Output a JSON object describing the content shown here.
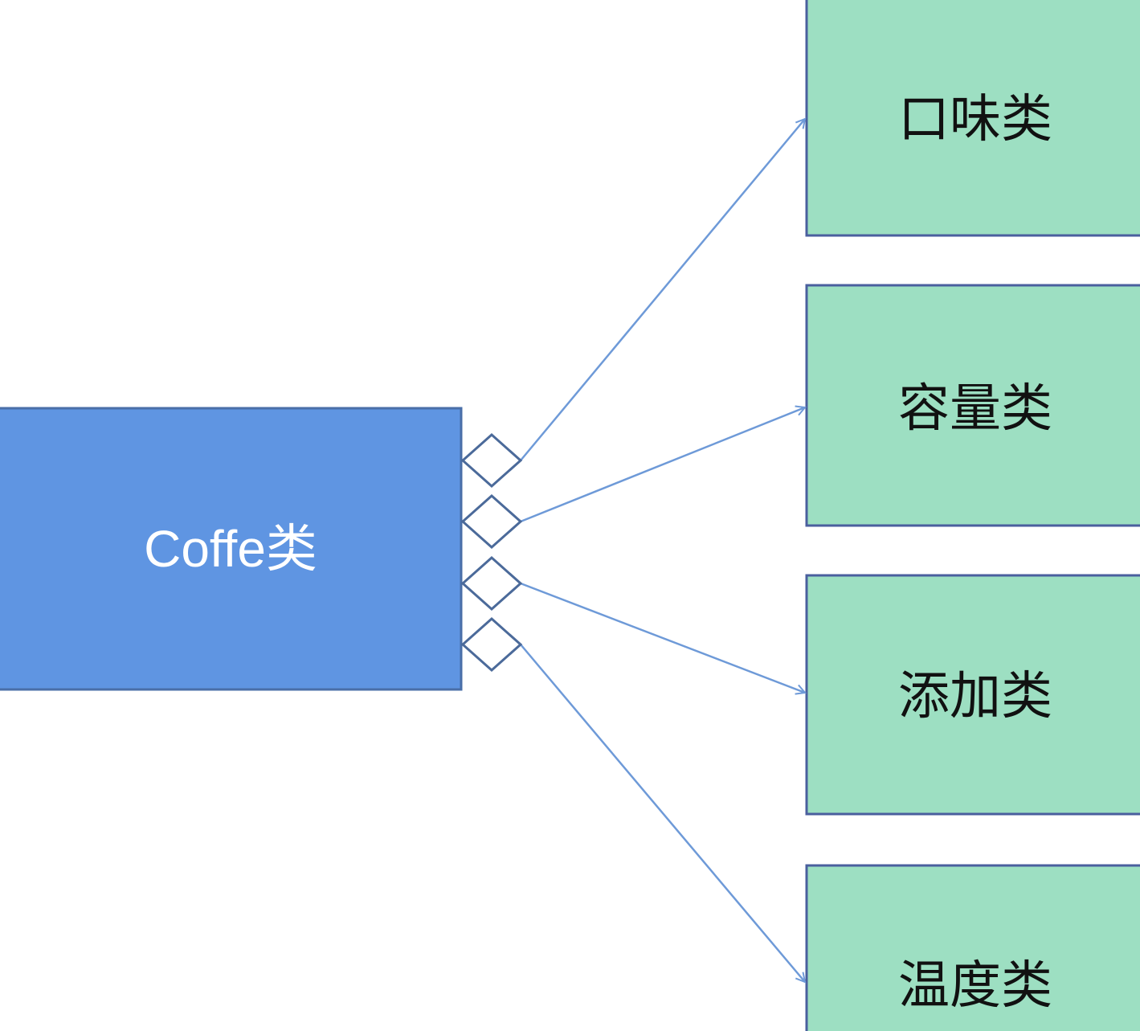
{
  "diagram": {
    "source": {
      "label": "Coffe类",
      "fill": "#5f95e2",
      "stroke": "#4a6fa8"
    },
    "targets": [
      {
        "label": "口味类"
      },
      {
        "label": "容量类"
      },
      {
        "label": "添加类"
      },
      {
        "label": "温度类"
      }
    ],
    "target_fill": "#9ddfc2",
    "target_stroke": "#4a5f9e",
    "connector_color": "#6e9ad8",
    "diamond_color": "#4b6a9a",
    "relationship": "aggregation"
  }
}
